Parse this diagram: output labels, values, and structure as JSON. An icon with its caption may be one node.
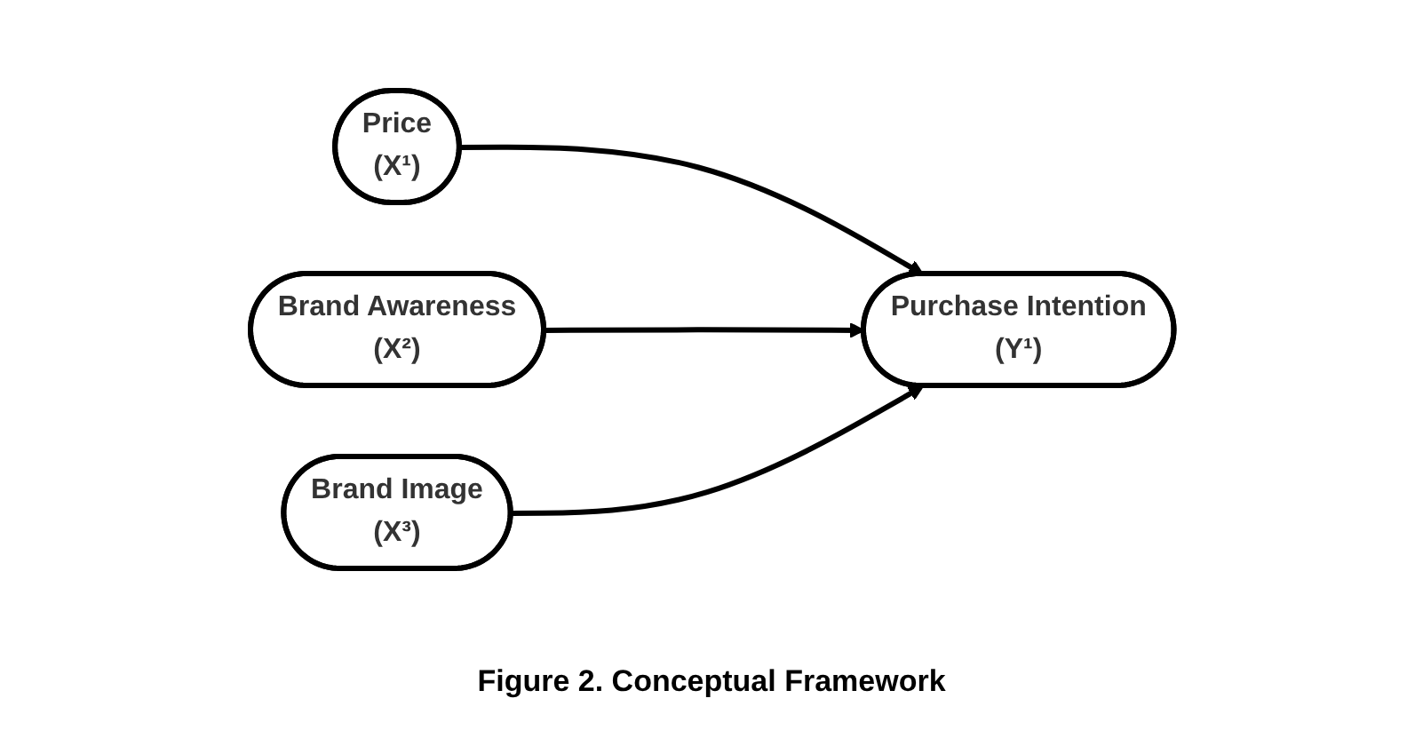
{
  "diagram": {
    "caption": "Figure 2. Conceptual Framework",
    "nodes": [
      {
        "text": [
          "Price",
          "(X¹)"
        ]
      },
      {
        "text": [
          "Brand Awareness",
          "(X²)"
        ]
      },
      {
        "text": [
          "Brand Image",
          "(X³)"
        ]
      },
      {
        "text": [
          "Purchase Intention",
          "(Y¹)"
        ]
      }
    ],
    "edges": [
      {
        "from": 0,
        "to": 3,
        "arrow": "to"
      },
      {
        "from": 1,
        "to": 3,
        "arrow": "to"
      },
      {
        "from": 2,
        "to": 3,
        "arrow": "to"
      }
    ]
  }
}
